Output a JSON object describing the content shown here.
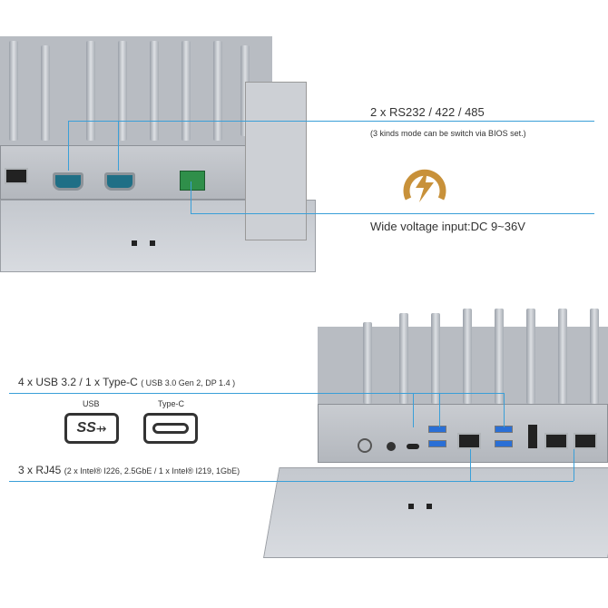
{
  "top_callouts": {
    "serial_title": "2 x RS232 / 422 / 485",
    "serial_note": "(3 kinds mode can be switch via BIOS set.)",
    "power_label": "Wide voltage input:DC 9~36V"
  },
  "bottom_callouts": {
    "usb_title": "4 x USB 3.2 / 1 x Type-C",
    "usb_note": "( USB 3.0 Gen 2, DP 1.4 )",
    "usb_icon_label": "USB",
    "usb_icon_text": "SS",
    "typec_icon_label": "Type-C",
    "rj45_title": "3 x RJ45",
    "rj45_note": "(2 x Intel® I226, 2.5GbE / 1 x Intel® I219, 1GbE)"
  },
  "colors": {
    "accent_line": "#3a9fd8",
    "power_icon": "#c8913a"
  }
}
